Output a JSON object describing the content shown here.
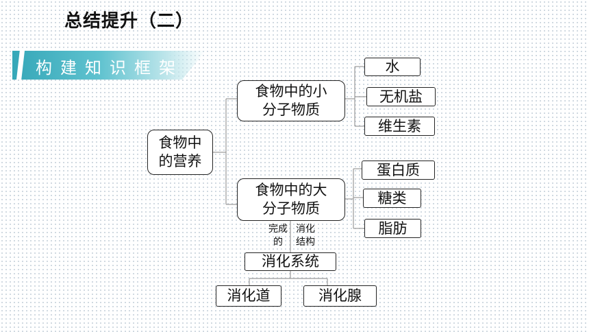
{
  "title": "总结提升（二）",
  "banner": "构建知识框架",
  "root": {
    "line1": "食物中",
    "line2": "的营养"
  },
  "small_molecules": {
    "line1": "食物中的小",
    "line2": "分子物质",
    "items": [
      "水",
      "无机盐",
      "维生素"
    ]
  },
  "large_molecules": {
    "line1": "食物中的大",
    "line2": "分子物质",
    "items": [
      "蛋白质",
      "糖类",
      "脂肪"
    ]
  },
  "link_left": {
    "line1": "完成",
    "line2": "的"
  },
  "link_right": {
    "line1": "消化",
    "line2": "结构"
  },
  "digestive_system": "消化系统",
  "digestive_parts": [
    "消化道",
    "消化腺"
  ]
}
